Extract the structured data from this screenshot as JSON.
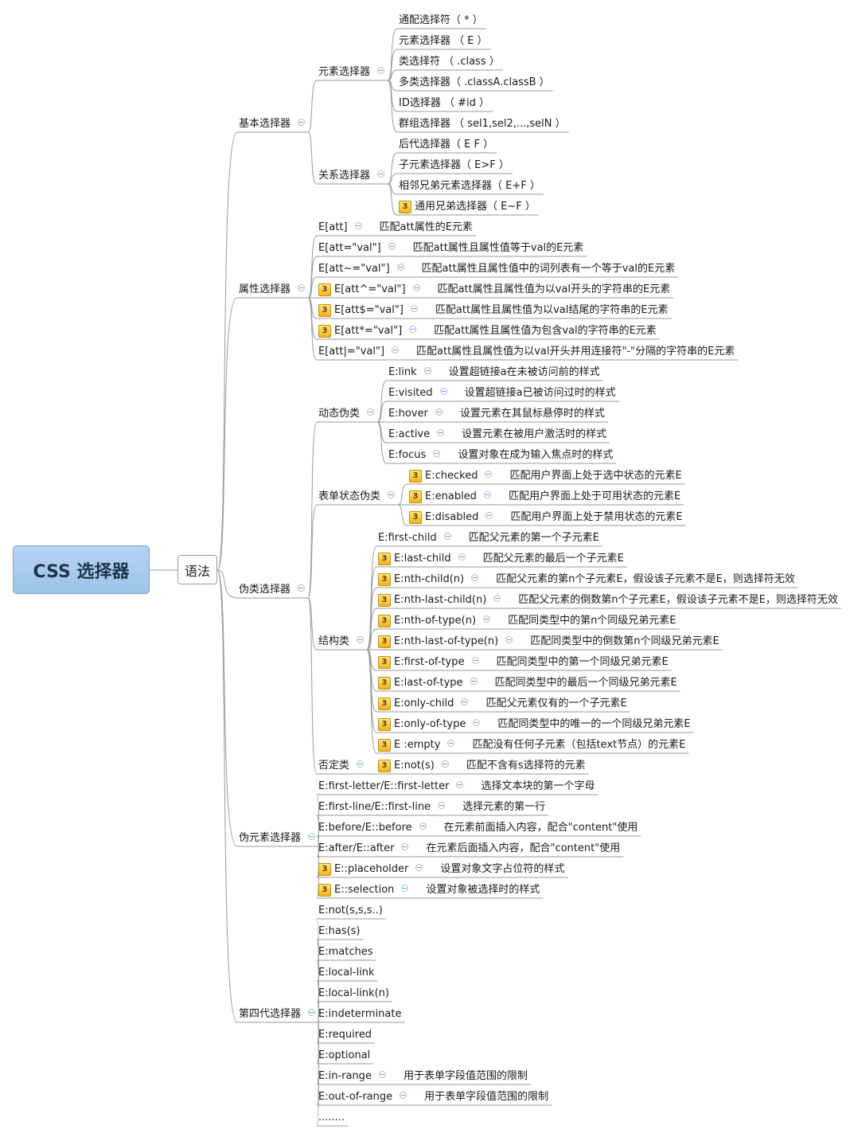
{
  "root": "CSS 选择器",
  "syntax": "语法",
  "tree": [
    {
      "label": "基本选择器",
      "children": [
        {
          "label": "元素选择器",
          "children": [
            {
              "label": "通配选择符（ * ）"
            },
            {
              "label": "元素选择器 （ E ）"
            },
            {
              "label": "类选择符 （ .class ）"
            },
            {
              "label": "多类选择器（ .classA.classB ）"
            },
            {
              "label": "ID选择器 （ #id ）"
            },
            {
              "label": "群组选择器 （ sel1,sel2,...,selN ）"
            }
          ]
        },
        {
          "label": "关系选择器",
          "children": [
            {
              "label": "后代选择器（ E F ）"
            },
            {
              "label": "子元素选择器（ E>F ）"
            },
            {
              "label": "相邻兄弟元素选择器（ E+F ）"
            },
            {
              "label": "通用兄弟选择器（ E~F ）",
              "badge": "3"
            }
          ]
        }
      ]
    },
    {
      "label": "属性选择器",
      "children": [
        {
          "label": "E[att]",
          "desc": "匹配att属性的E元素"
        },
        {
          "label": "E[att=\"val\"]",
          "desc": "匹配att属性且属性值等于val的E元素"
        },
        {
          "label": "E[att~=\"val\"]",
          "desc": "匹配att属性且属性值中的词列表有一个等于val的E元素"
        },
        {
          "label": "E[att^=\"val\"]",
          "desc": "匹配att属性且属性值为以val开头的字符串的E元素",
          "badge": "3"
        },
        {
          "label": "E[att$=\"val\"]",
          "desc": "匹配att属性且属性值为以val结尾的字符串的E元素",
          "badge": "3"
        },
        {
          "label": "E[att*=\"val\"]",
          "desc": "匹配att属性且属性值为包含val的字符串的E元素",
          "badge": "3"
        },
        {
          "label": "E[att|=\"val\"]",
          "desc": "匹配att属性且属性值为以val开头并用连接符\"-\"分隔的字符串的E元素"
        }
      ]
    },
    {
      "label": "伪类选择器",
      "children": [
        {
          "label": "动态伪类",
          "children": [
            {
              "label": "E:link",
              "desc": "设置超链接a在未被访问前的样式"
            },
            {
              "label": "E:visited",
              "desc": "设置超链接a已被访问过时的样式"
            },
            {
              "label": "E:hover",
              "desc": "设置元素在其鼠标悬停时的样式"
            },
            {
              "label": "E:active",
              "desc": "设置元素在被用户激活时的样式"
            },
            {
              "label": "E:focus",
              "desc": "设置对象在成为输入焦点时的样式"
            }
          ]
        },
        {
          "label": "表单状态伪类",
          "children": [
            {
              "label": "E:checked",
              "desc": "匹配用户界面上处于选中状态的元素E",
              "badge": "3"
            },
            {
              "label": "E:enabled",
              "desc": "匹配用户界面上处于可用状态的元素E",
              "badge": "3"
            },
            {
              "label": "E:disabled",
              "desc": "匹配用户界面上处于禁用状态的元素E",
              "badge": "3"
            }
          ]
        },
        {
          "label": "结构类",
          "children": [
            {
              "label": "E:first-child",
              "desc": "匹配父元素的第一个子元素E"
            },
            {
              "label": "E:last-child",
              "desc": "匹配父元素的最后一个子元素E",
              "badge": "3"
            },
            {
              "label": "E:nth-child(n)",
              "desc": "匹配父元素的第n个子元素E，假设该子元素不是E，则选择符无效",
              "badge": "3"
            },
            {
              "label": "E:nth-last-child(n)",
              "desc": "匹配父元素的倒数第n个子元素E，假设该子元素不是E，则选择符无效",
              "badge": "3"
            },
            {
              "label": "E:nth-of-type(n)",
              "desc": "匹配同类型中的第n个同级兄弟元素E",
              "badge": "3"
            },
            {
              "label": "E:nth-last-of-type(n)",
              "desc": "匹配同类型中的倒数第n个同级兄弟元素E",
              "badge": "3"
            },
            {
              "label": "E:first-of-type",
              "desc": "匹配同类型中的第一个同级兄弟元素E",
              "badge": "3"
            },
            {
              "label": "E:last-of-type",
              "desc": "匹配同类型中的最后一个同级兄弟元素E",
              "badge": "3"
            },
            {
              "label": "E:only-child",
              "desc": "匹配父元素仅有的一个子元素E",
              "badge": "3"
            },
            {
              "label": "E:only-of-type",
              "desc": "匹配同类型中的唯一的一个同级兄弟元素E",
              "badge": "3"
            },
            {
              "label": "E :empty",
              "desc": "匹配没有任何子元素（包括text节点）的元素E",
              "badge": "3"
            }
          ]
        },
        {
          "label": "否定类",
          "children": [
            {
              "label": "E:not(s)",
              "desc": "匹配不含有s选择符的元素",
              "badge": "3"
            }
          ]
        }
      ]
    },
    {
      "label": "伪元素选择器",
      "children": [
        {
          "label": "E:first-letter/E::first-letter",
          "desc": "选择文本块的第一个字母"
        },
        {
          "label": "E:first-line/E::first-line",
          "desc": "选择元素的第一行"
        },
        {
          "label": "E:before/E::before",
          "desc": "在元素前面插入内容，配合\"content\"使用"
        },
        {
          "label": "E:after/E::after",
          "desc": "在元素后面插入内容，配合\"content\"使用"
        },
        {
          "label": "E::placeholder",
          "desc": "设置对象文字占位符的样式",
          "badge": "3"
        },
        {
          "label": "E::selection",
          "desc": "设置对象被选择时的样式",
          "badge": "3"
        }
      ]
    },
    {
      "label": "第四代选择器",
      "children": [
        {
          "label": "E:not(s,s,s..)"
        },
        {
          "label": "E:has(s)"
        },
        {
          "label": "E:matches"
        },
        {
          "label": "E:local-link"
        },
        {
          "label": "E:local-link(n)"
        },
        {
          "label": "E:indeterminate"
        },
        {
          "label": "E:required"
        },
        {
          "label": "E:optional"
        },
        {
          "label": "E:in-range",
          "desc": "用于表单字段值范围的限制"
        },
        {
          "label": "E:out-of-range",
          "desc": "用于表单字段值范围的限制"
        },
        {
          "label": "........"
        }
      ]
    }
  ]
}
